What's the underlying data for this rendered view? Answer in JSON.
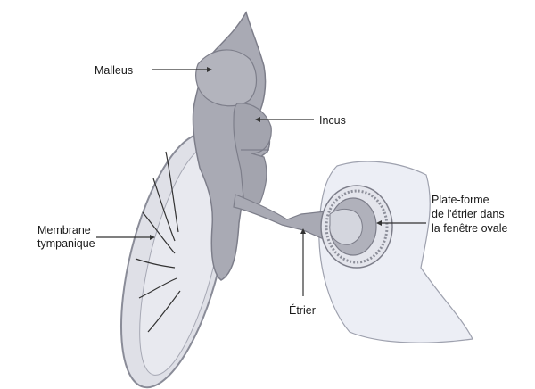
{
  "labels": {
    "malleus": "Malleus",
    "incus": "Incus",
    "membrane_line1": "Membrane",
    "membrane_line2": "tympanique",
    "platform_line1": "Plate-forme",
    "platform_line2": "de l'étrier dans",
    "platform_line3": "la fenêtre ovale",
    "stapes": "Étrier"
  },
  "colors": {
    "bone_fill": "#a9aab4",
    "bone_stroke": "#7d7e8a",
    "membrane_fill": "#dfe0e7",
    "window_fill": "#eceef5"
  }
}
